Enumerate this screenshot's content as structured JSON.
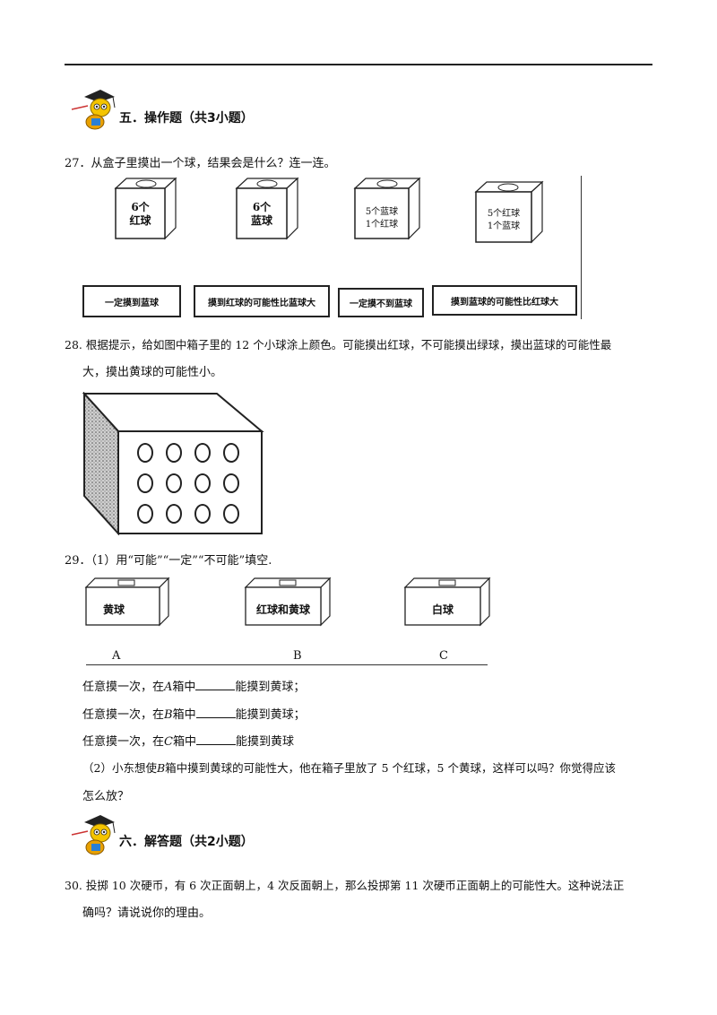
{
  "section5": {
    "title": "五．操作题（共3小题）"
  },
  "q27": {
    "text": "27．从盒子里摸出一个球，结果会是什么？连一连。",
    "boxes": [
      {
        "line1": "6个",
        "line2": "红球"
      },
      {
        "line1": "6个",
        "line2": "蓝球"
      },
      {
        "line1": "5个蓝球",
        "line2": "1个红球"
      },
      {
        "line1": "5个红球",
        "line2": "1个蓝球"
      }
    ],
    "labels": [
      "一定摸到蓝球",
      "摸到红球的可能性比蓝球大",
      "一定摸不到蓝球",
      "摸到蓝球的可能性比红球大"
    ]
  },
  "q28": {
    "line1": "28. 根据提示，给如图中箱子里的 12 个小球涂上颜色。可能摸出红球，不可能摸出绿球，摸出蓝球的可能性最",
    "line2": "大，摸出黄球的可能性小。"
  },
  "q29": {
    "text": "29．（1）用“可能”“一定”“不可能”填空.",
    "boxes": [
      {
        "label": "黄球",
        "letter": "A"
      },
      {
        "label": "红球和黄球",
        "letter": "B"
      },
      {
        "label": "白球",
        "letter": "C"
      }
    ],
    "fill1_a": "任意摸一次，在",
    "fill1_box": "A",
    "fill1_b": "箱中",
    "fill1_c": "能摸到黄球；",
    "fill2_a": "任意摸一次，在",
    "fill2_box": "B",
    "fill2_b": "箱中",
    "fill2_c": "能摸到黄球；",
    "fill3_a": "任意摸一次，在",
    "fill3_box": "C",
    "fill3_b": "箱中",
    "fill3_c": "能摸到黄球",
    "part2_line1": "（2）小东想使",
    "part2_box": "B",
    "part2_line1b": "箱中摸到黄球的可能性大，他在箱子里放了 5 个红球，5 个黄球，这样可以吗？你觉得应该",
    "part2_line2": "怎么放？"
  },
  "section6": {
    "title": "六．解答题（共2小题）"
  },
  "q30": {
    "line1": "30. 投掷 10 次硬币，有 6 次正面朝上，4 次反面朝上，那么投掷第 11 次硬币正面朝上的可能性大。这种说法正",
    "line2": "确吗？请说说你的理由。"
  }
}
